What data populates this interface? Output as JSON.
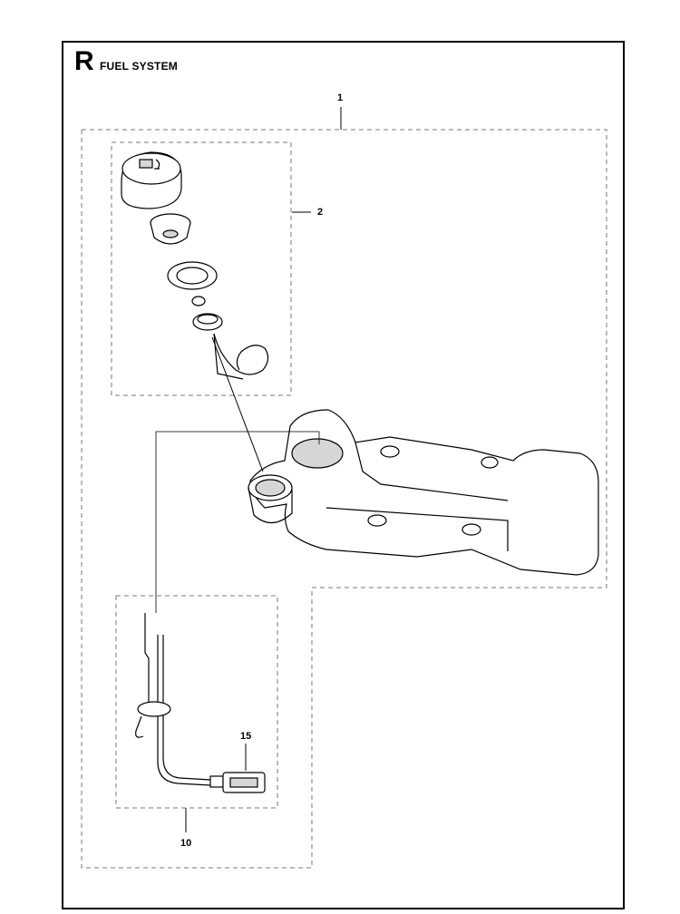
{
  "header": {
    "section_letter": "R",
    "section_title": "FUEL SYSTEM"
  },
  "callouts": [
    {
      "id": "c1",
      "label": "1"
    },
    {
      "id": "c2",
      "label": "2"
    },
    {
      "id": "c10",
      "label": "10"
    },
    {
      "id": "c15",
      "label": "15"
    }
  ],
  "colors": {
    "line": "#000000",
    "dash": "#7a7a7a",
    "part_fill": "#ffffff",
    "shade": "#d6d6d6"
  }
}
